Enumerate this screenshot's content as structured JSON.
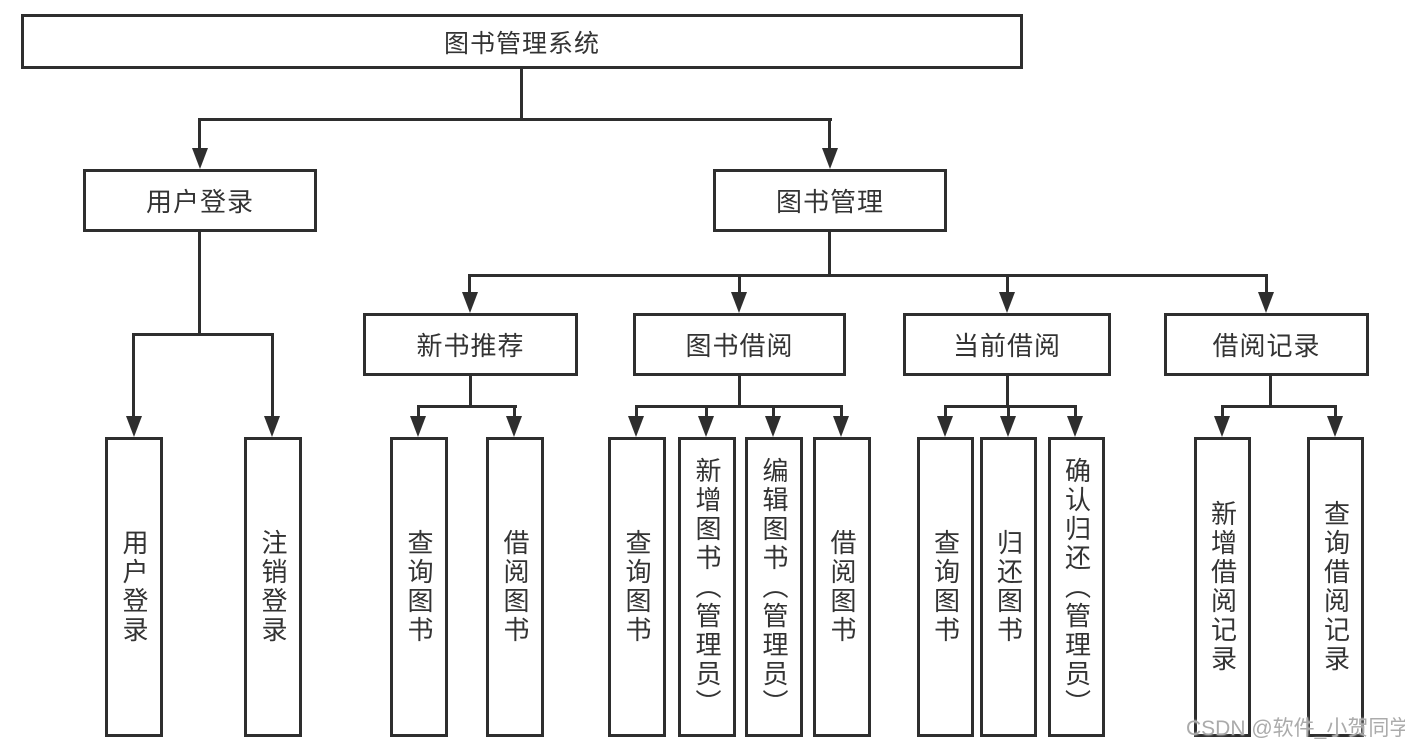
{
  "root": {
    "label": "图书管理系统"
  },
  "level2": {
    "user_login": "用户登录",
    "book_management": "图书管理"
  },
  "level3": {
    "new_book_recommend": "新书推荐",
    "book_borrow": "图书借阅",
    "current_borrow": "当前借阅",
    "borrow_records": "借阅记录"
  },
  "leaves": {
    "user_login": "用户登录",
    "logout": "注销登录",
    "recommend_query_books": "查询图书",
    "recommend_borrow_books": "借阅图书",
    "borrow_query_books": "查询图书",
    "borrow_add_books_admin": "新增图书（管理员）",
    "borrow_edit_books_admin": "编辑图书（管理员）",
    "borrow_borrow_books": "借阅图书",
    "current_query_books": "查询图书",
    "current_return_books": "归还图书",
    "current_confirm_return_admin": "确认归还（管理员）",
    "records_add_record": "新增借阅记录",
    "records_query_record": "查询借阅记录"
  },
  "watermark": {
    "text": "CSDN @软件_小贺同学"
  },
  "colors": {
    "line": "#2e2e2e",
    "text": "#333333",
    "background": "#ffffff",
    "watermark": "#ababab"
  }
}
